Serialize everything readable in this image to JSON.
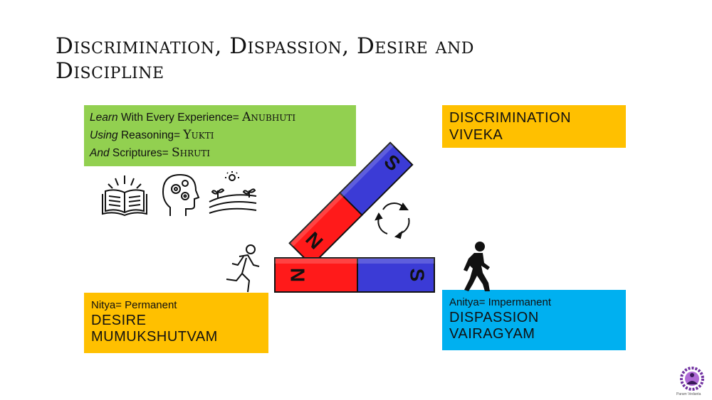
{
  "title": "Discrimination, Dispassion, Desire and Discipline",
  "learn_box": {
    "line1_italic": "Learn",
    "line1_text": " With Every Experience= ",
    "line1_term": "Anubhuti",
    "line2_italic": "Using",
    "line2_text": " Reasoning= ",
    "line2_term": "Yukti",
    "line3_italic": "And",
    "line3_text": " Scriptures= ",
    "line3_term": "Shruti"
  },
  "discrimination_box": {
    "line1": "DISCRIMINATION",
    "line2": "VIVEKA"
  },
  "desire_box": {
    "sub": "Nitya= Permanent",
    "line1": "DESIRE",
    "line2": "MUMUKSHUTVAM"
  },
  "dispassion_box": {
    "sub": "Anitya= Impermanent",
    "line1": "DISPASSION",
    "line2": "VAIRAGYAM"
  },
  "magnets": {
    "top_magnet": {
      "north": "N",
      "south": "S"
    },
    "bottom_magnet": {
      "north": "N",
      "south": "S"
    }
  },
  "logo_text": "Param Vedanta",
  "colors": {
    "green": "#92d050",
    "orange": "#ffc000",
    "blue": "#00b0f0",
    "magnet_red": "#ff1a1a",
    "magnet_blue": "#3b3bd6"
  },
  "icons": [
    "open-book-icon",
    "head-gears-icon",
    "sprouting-field-icon",
    "cycle-arrows-icon",
    "running-man-icon",
    "walking-man-icon",
    "param-vedanta-logo-icon"
  ]
}
